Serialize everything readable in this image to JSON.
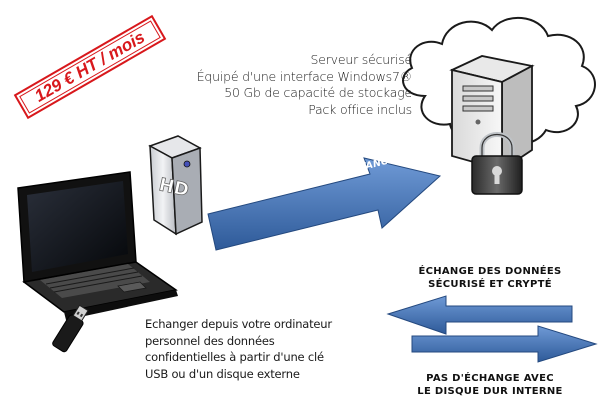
{
  "price_badge": {
    "text": "129 € HT / mois"
  },
  "server": {
    "features": [
      "Serveur sécurisé",
      "Équipé d'une interface Windows7®",
      "50 Gb de capacité de stockage",
      "Pack office inclus"
    ]
  },
  "hd_label": "HD",
  "remote_arrow": {
    "label": "PRISE DE CONTRÔLE À DISTANCE"
  },
  "usb_description": {
    "lines": [
      "Echanger depuis votre ordinateur",
      "personnel des données",
      "confidentielles à partir d'une clé",
      "USB ou d'un disque externe"
    ]
  },
  "exchange": {
    "top_caption": [
      "ÉCHANGE DES DONNÉES",
      "SÉCURISÉ ET CRYPTÉ"
    ],
    "bottom_caption": [
      "PAS D'ÉCHANGE AVEC",
      "LE DISQUE DUR INTERNE"
    ]
  },
  "colors": {
    "arrow_blue": "#4a7bbf",
    "arrow_dark": "#2e5a99",
    "price_red": "#d8181c"
  },
  "icons": [
    "cloud-icon",
    "server-icon",
    "padlock-icon",
    "laptop-icon",
    "hard-drive-icon",
    "usb-stick-icon"
  ]
}
